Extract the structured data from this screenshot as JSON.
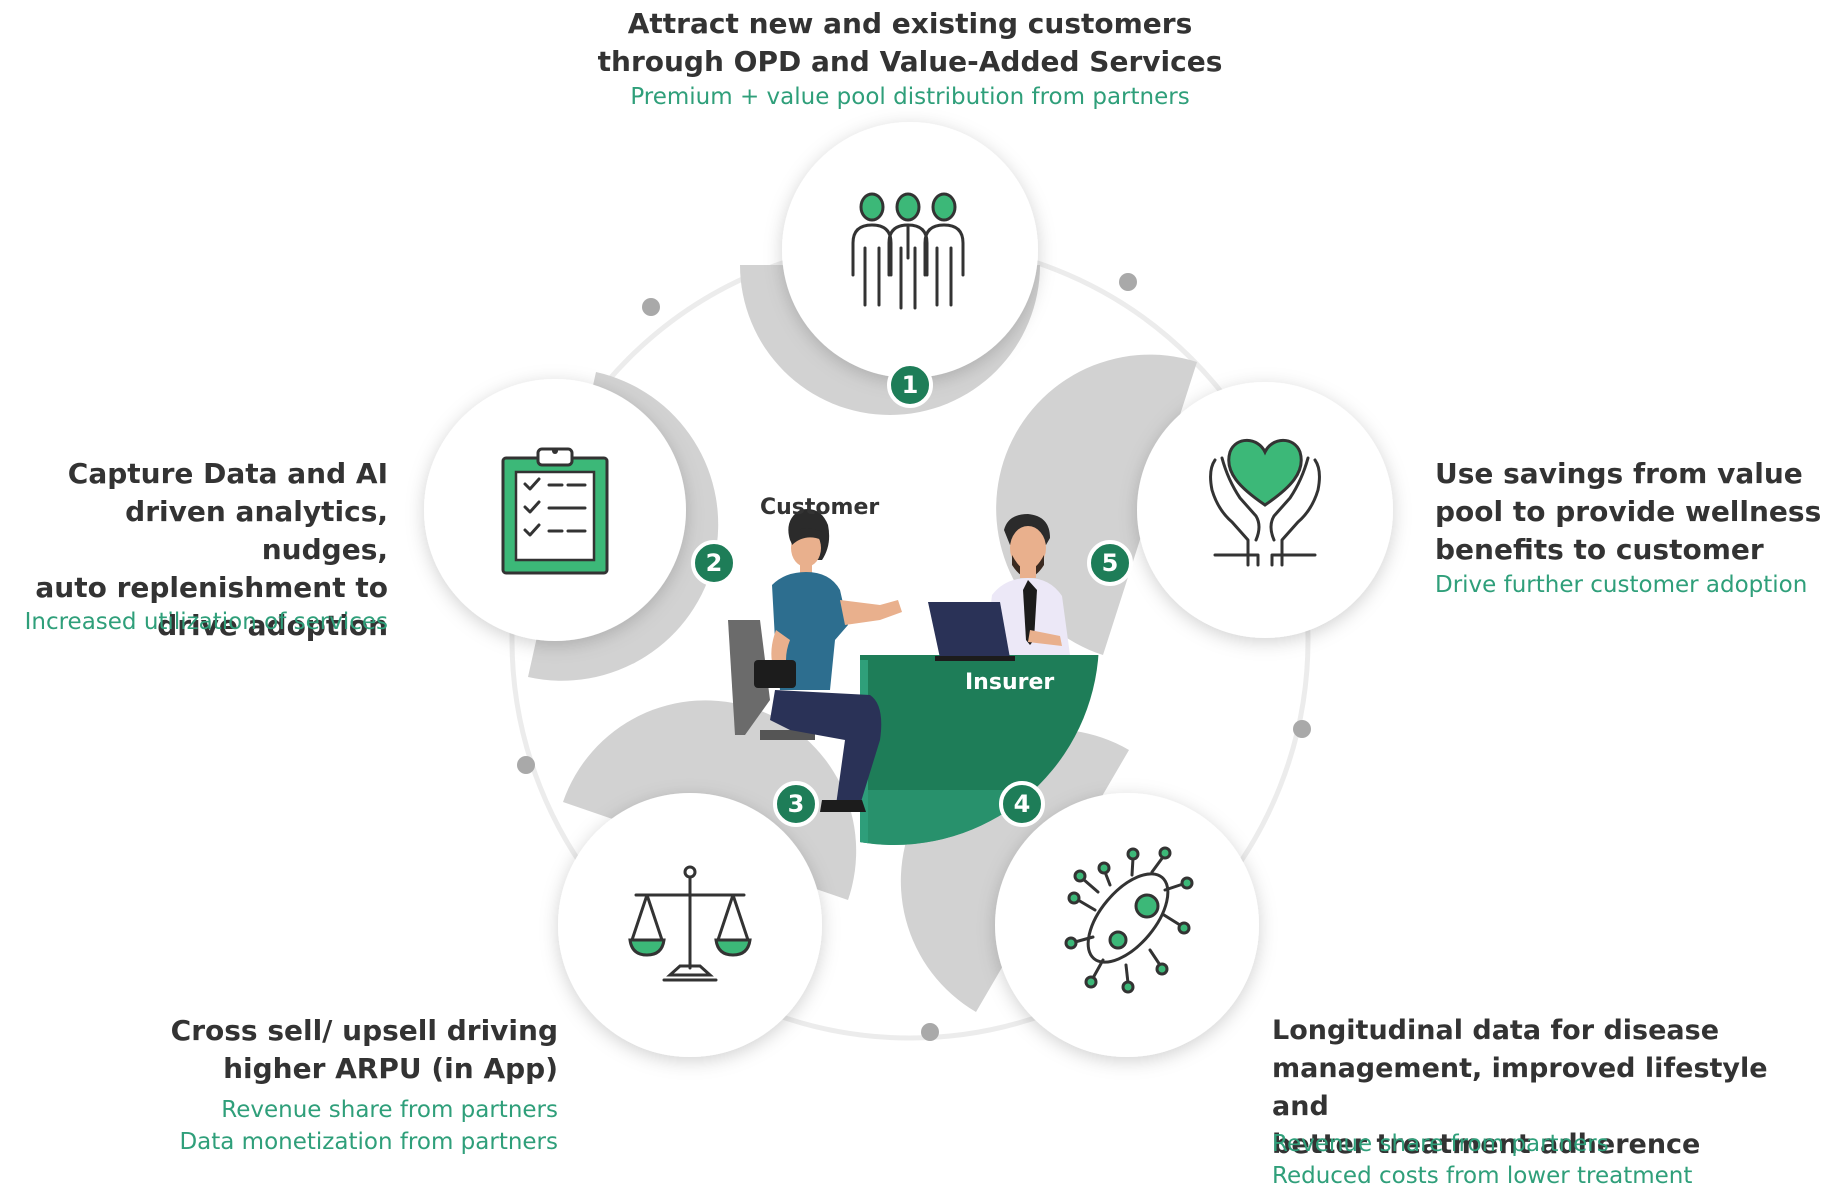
{
  "center": {
    "customer_label": "Customer",
    "insurer_label": "Insurer"
  },
  "steps": [
    {
      "number": "1",
      "icon": "people-group-icon",
      "title_lines": [
        "Attract new and existing customers",
        "through OPD and Value-Added Services"
      ],
      "subtitle_lines": [
        "Premium + value pool distribution from partners"
      ]
    },
    {
      "number": "2",
      "icon": "clipboard-checklist-icon",
      "title_lines": [
        "Capture Data and AI",
        "driven analytics, nudges,",
        "auto replenishment to",
        "drive adoption"
      ],
      "subtitle_lines": [
        "Increased utilization of services"
      ]
    },
    {
      "number": "3",
      "icon": "balance-scale-icon",
      "title_lines": [
        "Cross sell/ upsell driving",
        "higher ARPU (in App)"
      ],
      "subtitle_lines": [
        "Revenue share from partners",
        "Data monetization from partners"
      ]
    },
    {
      "number": "4",
      "icon": "bacteria-cell-icon",
      "title_lines": [
        "Longitudinal data for disease",
        "management, improved lifestyle and",
        "better treatment adherence"
      ],
      "subtitle_lines": [
        "Revenue share from partners",
        "Reduced costs from lower treatment"
      ]
    },
    {
      "number": "5",
      "icon": "hands-heart-icon",
      "title_lines": [
        "Use savings from value",
        "pool to provide wellness",
        "benefits to customer"
      ],
      "subtitle_lines": [
        "Drive further customer adoption"
      ]
    }
  ],
  "colors": {
    "brand_green": "#1e7d58",
    "icon_green": "#3cb878",
    "subtitle_green": "#2f9f7a",
    "title_text": "#333333",
    "ring_gray": "#cfcfcf",
    "dot_gray": "#a9a9a9"
  }
}
